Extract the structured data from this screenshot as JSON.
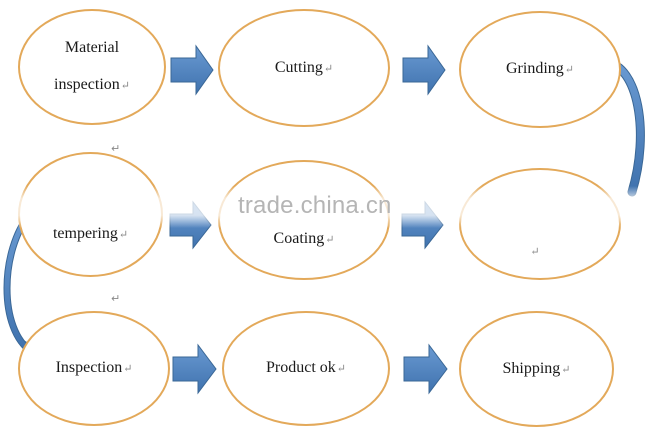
{
  "nodes": {
    "material_inspection": {
      "line1": "Material",
      "line2": "inspection"
    },
    "cutting": "Cutting",
    "grinding": "Grinding",
    "tempering": "tempering",
    "coating": "Coating",
    "inspection": "Inspection",
    "product_ok": "Product ok",
    "shipping": "Shipping"
  },
  "return_mark": "↵",
  "watermark": "trade.china.cn",
  "colors": {
    "ellipse_border": "#E3A95A",
    "arrow_fill": "#4F81BD",
    "arrow_stroke": "#3A6796"
  }
}
